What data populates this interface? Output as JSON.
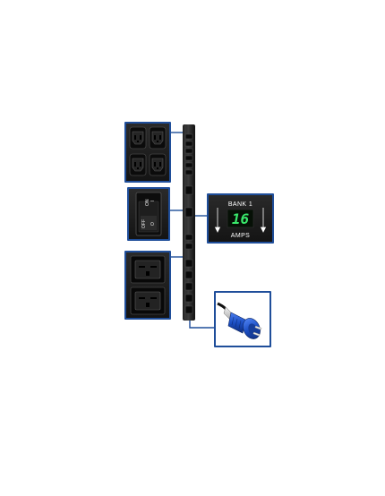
{
  "product": {
    "display": {
      "bank_label": "BANK 1",
      "reading": "16",
      "unit_label": "AMPS"
    },
    "switch": {
      "on_label": "ON",
      "off_label": "OFF",
      "on_symbol": "I",
      "off_symbol": "O"
    },
    "colors": {
      "callout_border": "#1f4e9a",
      "display_digits": "#39e86b",
      "plug_blue": "#1c4fc4"
    },
    "icons": [
      "c13-outlet-icon",
      "c19-outlet-icon",
      "breaker-switch-icon",
      "iec-309-plug-icon"
    ]
  }
}
